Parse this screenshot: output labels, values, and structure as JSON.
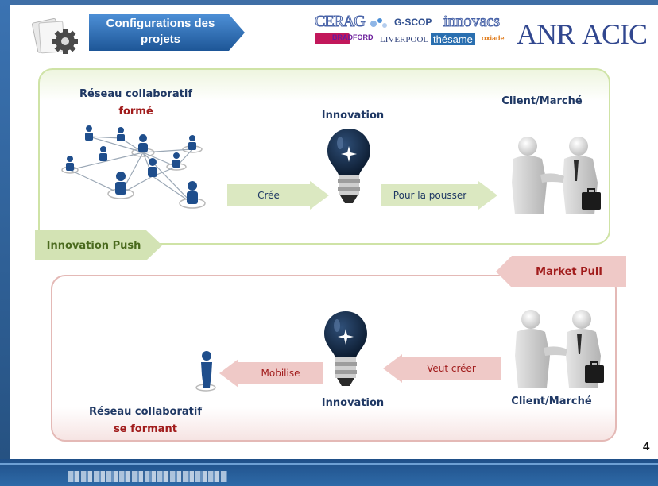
{
  "header": {
    "title_line1": "Configurations des",
    "title_line2": "projets",
    "logos": {
      "cerag": "CERAG",
      "gscop": "G-SCOP",
      "innovacs": "innovacs",
      "anr": "ANR",
      "acic": "ACIC",
      "bradford": "BRADFORD",
      "liverpool": "LIVERPOOL",
      "thesame": "thésame",
      "oxiade": "oxiade"
    }
  },
  "push": {
    "network_label_1": "Réseau collaboratif",
    "network_label_2": "formé",
    "innovation_label": "Innovation",
    "client_label": "Client/Marché",
    "arrow_cree": "Crée",
    "arrow_pousser": "Pour la pousser",
    "tab_label": "Innovation Push"
  },
  "pull": {
    "tab_label": "Market Pull",
    "arrow_veut": "Veut créer",
    "arrow_mobilise": "Mobilise",
    "innovation_label": "Innovation",
    "client_label": "Client/Marché",
    "network_label_1": "Réseau collaboratif",
    "network_label_2": "se formant"
  },
  "page_number": "4",
  "colors": {
    "banner_blue": "#2b6cb0",
    "push_green": "#dbe8c1",
    "pull_red": "#efc9c7",
    "label_navy": "#1f3864",
    "label_red": "#a11c1c"
  }
}
